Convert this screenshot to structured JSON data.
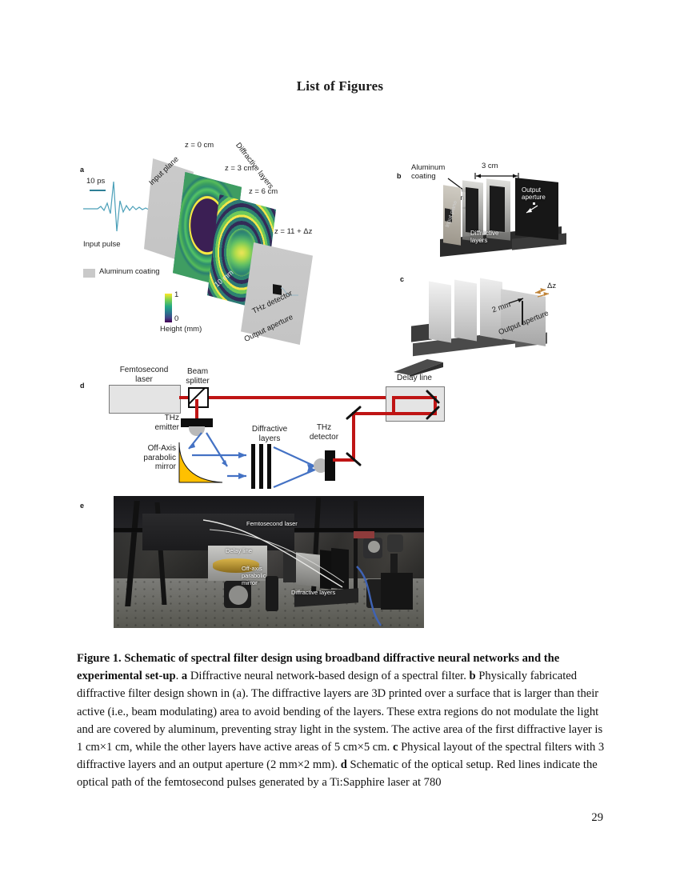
{
  "page": {
    "heading": "List of Figures",
    "number": "29"
  },
  "figure": {
    "panel_a": {
      "letter": "a",
      "labels": {
        "time_scalebar": "10 ps",
        "input_pulse": "Input pulse",
        "aluminum_coating": "Aluminum coating",
        "input_plane": "Input plane",
        "diffractive_layers": "Diffractive layers",
        "z0": "z = 0 cm",
        "z3": "z = 3 cm",
        "z6": "z = 6 cm",
        "z11": "z = 11 + Δz",
        "scale_10mm": "10 mm",
        "thz_detector": "THz detector",
        "output_aperture": "Output aperture",
        "colorbar_max": "1",
        "colorbar_min": "0",
        "colorbar_title": "Height (mm)"
      }
    },
    "panel_b": {
      "letter": "b",
      "labels": {
        "aluminum_coating": "Aluminum\ncoating",
        "dim_3cm": "3 cm",
        "dim_1cm": "1 cm",
        "output_aperture": "Output\naperture",
        "diffractive_layers": "Diffractive\nlayers",
        "input_plane": "Input plane"
      }
    },
    "panel_c": {
      "letter": "c",
      "labels": {
        "dim_2mm": "2 mm",
        "delta_z": "Δz",
        "output_aperture": "Output aperture"
      }
    },
    "panel_d": {
      "letter": "d",
      "labels": {
        "femtosecond_laser": "Femtosecond\nlaser",
        "beam_splitter": "Beam\nsplitter",
        "delay_line": "Delay line",
        "thz_emitter": "THz\nemitter",
        "off_axis_parabolic_mirror": "Off-Axis\nparabolic\nmirror",
        "diffractive_layers": "Diffractive\nlayers",
        "thz_detector": "THz\ndetector"
      }
    },
    "panel_e": {
      "letter": "e",
      "labels": {
        "femtosecond_laser": "Femtosecond laser",
        "delay_line": "Delay line",
        "off_axis_parabolic_mirror": "Off-axis\nparabolic\nmirror",
        "diffractive_layers": "Diffractive layers"
      }
    }
  },
  "caption": {
    "title": "Figure 1. Schematic of spectral filter design using broadband diffractive neural networks and the experimental set-up",
    "segments": [
      {
        "bold": true,
        "text": "Figure 1. Schematic of spectral filter design using broadband diffractive neural networks and the experimental set-up"
      },
      {
        "bold": false,
        "text": ". "
      },
      {
        "bold": true,
        "text": "a"
      },
      {
        "bold": false,
        "text": " Diffractive neural network-based design of a spectral filter. "
      },
      {
        "bold": true,
        "text": "b"
      },
      {
        "bold": false,
        "text": " Physically fabricated diffractive filter design shown in (a). The diffractive layers are 3D printed over a surface that is larger than their active (i.e., beam modulating) area to avoid bending of the layers. These extra regions do not modulate the light and are covered by aluminum, preventing stray light in the system. The active area of the first diffractive layer is 1 cm×1 cm, while the other layers have active areas of 5 cm×5 cm. "
      },
      {
        "bold": true,
        "text": "c"
      },
      {
        "bold": false,
        "text": " Physical layout of the spectral filters with 3 diffractive layers and an output aperture (2 mm×2 mm). "
      },
      {
        "bold": true,
        "text": "d"
      },
      {
        "bold": false,
        "text": " Schematic of the optical setup. Red lines indicate the optical path of the femtosecond pulses generated by a Ti:Sapphire laser at 780"
      }
    ]
  },
  "colors": {
    "red_beam": "#bf1414",
    "blue_beam": "#4472c4",
    "mirror_gold": "#ffc000",
    "plane_grey": "#c9c9c9",
    "pulse_teal": "#4a9fb8",
    "viridis_low": "#440154",
    "viridis_high": "#fde725"
  }
}
